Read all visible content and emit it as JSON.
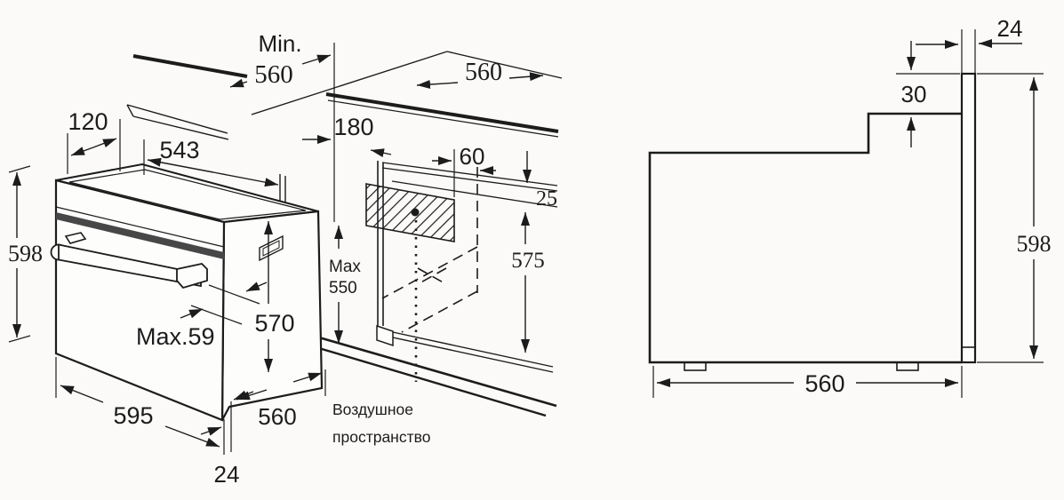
{
  "figure": {
    "background": "#fbfaf8",
    "line_color": "#1c1c1c",
    "band_color": "#474747"
  },
  "left_diagram": {
    "title": "built-in-oven-niche-isometric",
    "labels": {
      "min_prefix": "Min.",
      "niche_width": "560",
      "top_gap": "120",
      "oven_top_width": "543",
      "recess_width": "180",
      "worktop_depth": "560",
      "vent_offset": "60",
      "rail_gap": "25",
      "niche_depth": "575",
      "oven_height": "598",
      "max_under_line1": "Max",
      "max_under_line2": "550",
      "front_height": "570",
      "protrusion": "Max.59",
      "oven_width": "595",
      "oven_depth": "560",
      "door_thickness": "24",
      "air_space_line1": "Воздушное",
      "air_space_line2": "пространство"
    }
  },
  "right_diagram": {
    "title": "oven-side-profile",
    "labels": {
      "door_thickness": "24",
      "top_step": "30",
      "height": "598",
      "depth": "560"
    }
  }
}
